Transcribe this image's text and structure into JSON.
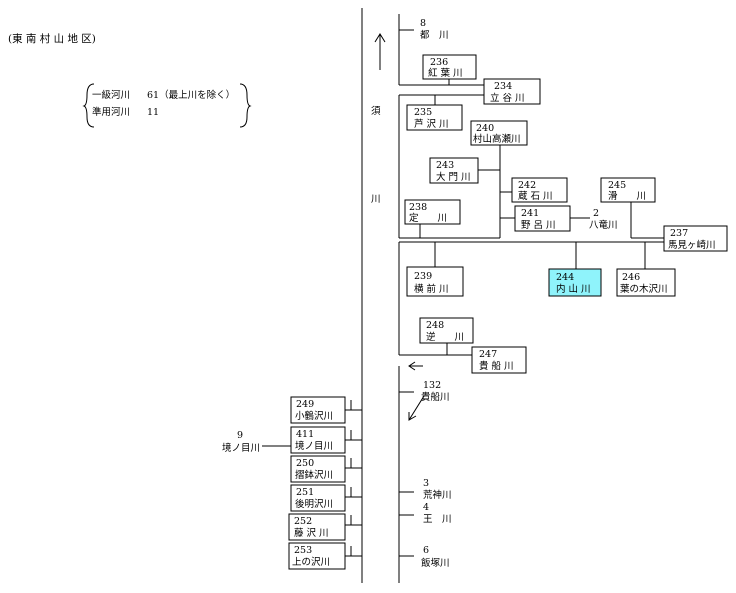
{
  "header": {
    "region": "(東 南 村 山 地 区)",
    "class1_label": "一級河川",
    "class1_value": "61（最上川を除く）",
    "semi_label": "準用河川",
    "semi_value": "11"
  },
  "main_river_label": [
    "須",
    "川"
  ],
  "highlight_color": "#8ff3fb",
  "boxes": [
    {
      "id": "b236",
      "num": "236",
      "name": "紅 葉 川",
      "highlight": false
    },
    {
      "id": "b234",
      "num": "234",
      "name": "立 谷 川",
      "highlight": false
    },
    {
      "id": "b235",
      "num": "235",
      "name": "芦 沢 川",
      "highlight": false
    },
    {
      "id": "b240",
      "num": "240",
      "name": "村山高瀬川",
      "highlight": false
    },
    {
      "id": "b243",
      "num": "243",
      "name": "大 門 川",
      "highlight": false
    },
    {
      "id": "b242",
      "num": "242",
      "name": "蔵 石 川",
      "highlight": false
    },
    {
      "id": "b245",
      "num": "245",
      "name": "滑　　川",
      "highlight": false
    },
    {
      "id": "b238",
      "num": "238",
      "name": "定　　川",
      "highlight": false
    },
    {
      "id": "b241",
      "num": "241",
      "name": "野 呂 川",
      "highlight": false
    },
    {
      "id": "b237",
      "num": "237",
      "name": "馬見ヶ崎川",
      "highlight": false
    },
    {
      "id": "b239",
      "num": "239",
      "name": "横 前 川",
      "highlight": false
    },
    {
      "id": "b244",
      "num": "244",
      "name": "内 山 川",
      "highlight": true
    },
    {
      "id": "b246",
      "num": "246",
      "name": "葉の木沢川",
      "highlight": false
    },
    {
      "id": "b248",
      "num": "248",
      "name": "逆　　川",
      "highlight": false
    },
    {
      "id": "b247",
      "num": "247",
      "name": "貴 船 川",
      "highlight": false
    },
    {
      "id": "b249",
      "num": "249",
      "name": "小鶴沢川",
      "highlight": false
    },
    {
      "id": "b411",
      "num": "411",
      "name": "境ノ目川",
      "highlight": false
    },
    {
      "id": "b250",
      "num": "250",
      "name": "摺鉢沢川",
      "highlight": false
    },
    {
      "id": "b251",
      "num": "251",
      "name": "後明沢川",
      "highlight": false
    },
    {
      "id": "b252",
      "num": "252",
      "name": "藤 沢 川",
      "highlight": false
    },
    {
      "id": "b253",
      "num": "253",
      "name": "上の沢川",
      "highlight": false
    }
  ],
  "labels": [
    {
      "id": "l8",
      "num": "8",
      "name": "都　川"
    },
    {
      "id": "l2",
      "num": "2",
      "name": "八竜川"
    },
    {
      "id": "l132",
      "num": "132",
      "name": "貴船川"
    },
    {
      "id": "l9",
      "num": "9",
      "name": "境ノ目川"
    },
    {
      "id": "l3",
      "num": "3",
      "name": "荒神川"
    },
    {
      "id": "l4",
      "num": "4",
      "name": "王　川"
    },
    {
      "id": "l6",
      "num": "6",
      "name": "飯塚川"
    }
  ]
}
